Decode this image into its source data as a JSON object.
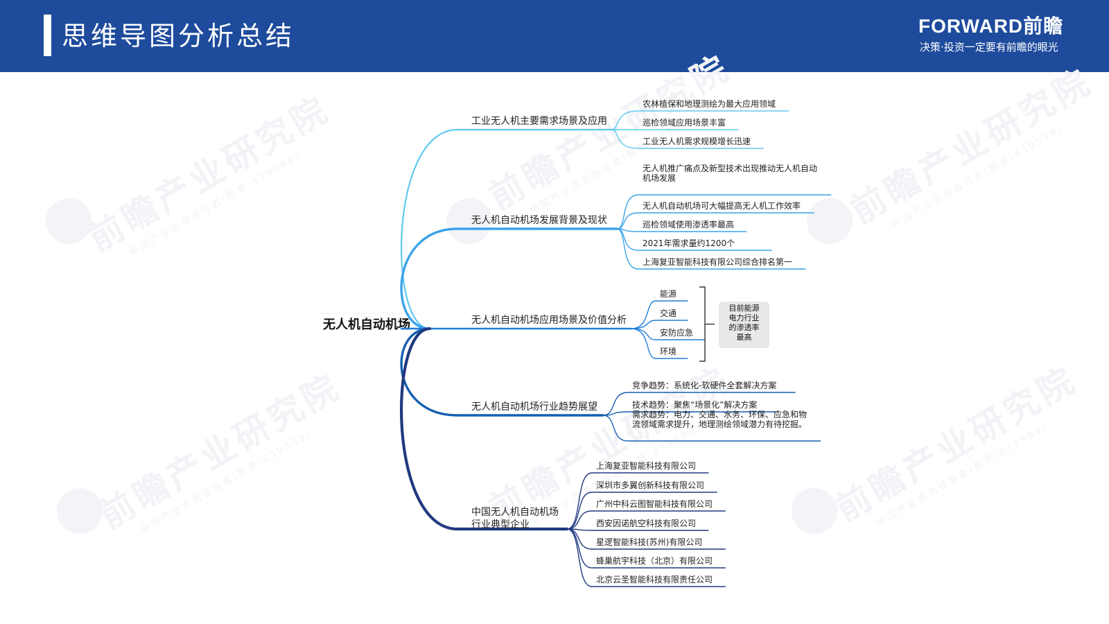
{
  "header": {
    "title": "思维导图分析总结",
    "logo": "FORWARD前瞻",
    "slogan": "决策·投资一定要有前瞻的眼光"
  },
  "watermark": {
    "text": "前瞻产业研究院",
    "subtext": "中国产业咨询领导者(股票:839599)"
  },
  "mindmap": {
    "root": "无人机自动机场",
    "branches": [
      {
        "label": [
          "工业无人机主要需求场景及应用"
        ],
        "color": "#5ec9f0",
        "leaves": [
          [
            "农林植保和地理测绘为最大应用领域"
          ],
          [
            "巡检领域应用场景丰富"
          ],
          [
            "工业无人机需求规模增长迅速"
          ]
        ]
      },
      {
        "label": [
          "无人机自动机场发展背景及现状"
        ],
        "color": "#3aa3e8",
        "leaves": [
          [
            "无人机推广痛点及新型技术出现推动无人机自动",
            "机场发展"
          ],
          [
            "无人机自动机场可大幅提高无人机工作效率"
          ],
          [
            "巡检领域使用渗透率最高"
          ],
          [
            "2021年需求量约1200个"
          ],
          [
            "上海复亚智能科技有限公司综合排名第一"
          ]
        ]
      },
      {
        "label": [
          "无人机自动机场应用场景及价值分析"
        ],
        "color": "#1f7fd6",
        "leaves": [
          [
            "能源"
          ],
          [
            "交通"
          ],
          [
            "安防应急"
          ],
          [
            "环境"
          ]
        ],
        "note": [
          "目前能源",
          "电力行业",
          "的渗透率",
          "最高"
        ]
      },
      {
        "label": [
          "无人机自动机场行业趋势展望"
        ],
        "color": "#165fb0",
        "leaves": [
          [
            "竞争趋势：系统化-软硬件全套解决方案"
          ],
          [
            "技术趋势：聚焦“场景化”解决方案"
          ],
          [
            "需求趋势：电力、交通、水务、环保、应急和物",
            "流领域需求提升，地理测绘领域潜力有待挖掘。"
          ]
        ]
      },
      {
        "label": [
          "中国无人机自动机场",
          "行业典型企业"
        ],
        "color": "#203a80",
        "leaves": [
          [
            "上海复亚智能科技有限公司"
          ],
          [
            "深圳市多翼创新科技有限公司"
          ],
          [
            "广州中科云图智能科技有限公司"
          ],
          [
            "西安因诺航空科技有限公司"
          ],
          [
            "星逻智能科技(苏州)有限公司"
          ],
          [
            "蜂巢航宇科技（北京）有限公司"
          ],
          [
            "北京云圣智能科技有限责任公司"
          ]
        ]
      }
    ]
  }
}
